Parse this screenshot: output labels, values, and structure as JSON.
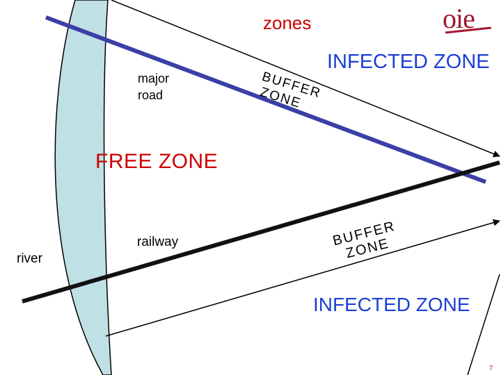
{
  "title": "zones",
  "zones": {
    "infected_top": "INFECTED ZONE",
    "infected_bottom": "INFECTED ZONE",
    "free": "FREE ZONE",
    "buffer_top_line1": "BUFFER",
    "buffer_top_line2": "ZONE",
    "buffer_bottom_line1": "BUFFER",
    "buffer_bottom_line2": "ZONE"
  },
  "features": {
    "major_road": "major road",
    "railway": "railway",
    "river": "river"
  },
  "logo_text": "OIE",
  "page_number": "7",
  "colors": {
    "title": "#cc0000",
    "infected": "#1a3fd6",
    "free": "#cc0000",
    "road": "#3b3fa6",
    "railway": "#111111",
    "river_fill": "#bfe0e4",
    "logo": "#a0182e"
  }
}
